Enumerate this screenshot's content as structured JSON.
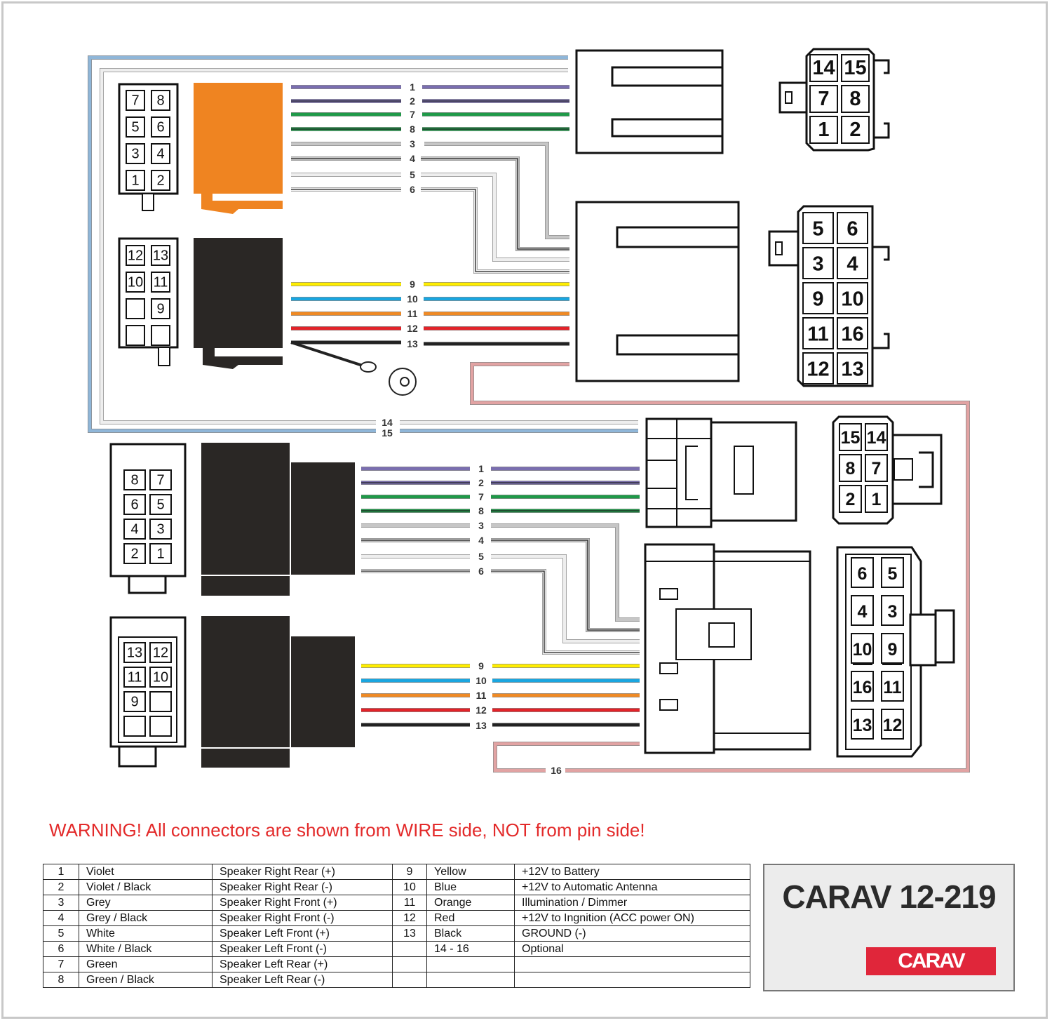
{
  "wire_colors": {
    "1": "#7a6eb0",
    "2": "#7a6eb0",
    "3": "#c6c6c6",
    "4": "#c6c6c6",
    "5": "#eeeeee",
    "6": "#eeeeee",
    "7": "#1e9a48",
    "8": "#1e9a48",
    "9": "#ffee00",
    "10": "#1aa6e0",
    "11": "#f08a24",
    "12": "#e32329",
    "13": "#222222",
    "14": "#8fb6d8",
    "15": "#eeeeee",
    "16": "#e2a3a3"
  },
  "wire_labels": {
    "w1": "1",
    "w2": "2",
    "w3": "3",
    "w4": "4",
    "w5": "5",
    "w6": "6",
    "w7": "7",
    "w8": "8",
    "w9": "9",
    "w10": "10",
    "w11": "11",
    "w12": "12",
    "w13": "13",
    "w14": "14",
    "w15": "15",
    "w16": "16"
  },
  "connectors": {
    "iso_top_speaker": [
      [
        "7",
        "8"
      ],
      [
        "5",
        "6"
      ],
      [
        "3",
        "4"
      ],
      [
        "1",
        "2"
      ]
    ],
    "iso_top_power": [
      [
        "12",
        "13"
      ],
      [
        "10",
        "11"
      ],
      [
        "",
        "9"
      ],
      [
        "",
        ""
      ]
    ],
    "iso_bottom_speaker": [
      [
        "8",
        "7"
      ],
      [
        "6",
        "5"
      ],
      [
        "4",
        "3"
      ],
      [
        "2",
        "1"
      ]
    ],
    "iso_bottom_power": [
      [
        "13",
        "12"
      ],
      [
        "11",
        "10"
      ],
      [
        "9",
        ""
      ],
      [
        "",
        ""
      ]
    ],
    "radio_top_small": [
      [
        "14",
        "15"
      ],
      [
        "7",
        "8"
      ],
      [
        "1",
        "2"
      ]
    ],
    "radio_top_large": [
      [
        "5",
        "6"
      ],
      [
        "3",
        "4"
      ],
      [
        "9",
        "10"
      ],
      [
        "11",
        "16"
      ],
      [
        "12",
        "13"
      ]
    ],
    "radio_bottom_small": [
      [
        "15",
        "14"
      ],
      [
        "8",
        "7"
      ],
      [
        "2",
        "1"
      ]
    ],
    "radio_bottom_large": [
      [
        "6",
        "5"
      ],
      [
        "4",
        "3"
      ],
      [
        "10",
        "9"
      ],
      [
        "16",
        "11"
      ],
      [
        "13",
        "12"
      ]
    ]
  },
  "warning": "WARNING! All connectors are shown from WIRE side, NOT from pin side!",
  "legend": {
    "rows": [
      [
        "1",
        "Violet",
        "Speaker Right Rear (+)",
        "9",
        "Yellow",
        "+12V to Battery"
      ],
      [
        "2",
        "Violet / Black",
        "Speaker Right Rear (-)",
        "10",
        "Blue",
        "+12V to Automatic Antenna"
      ],
      [
        "3",
        "Grey",
        "Speaker Right Front (+)",
        "11",
        "Orange",
        "Illumination / Dimmer"
      ],
      [
        "4",
        "Grey / Black",
        "Speaker Right Front (-)",
        "12",
        "Red",
        "+12V to Ingnition (ACC power ON)"
      ],
      [
        "5",
        "White",
        "Speaker Left Front (+)",
        "13",
        "Black",
        "GROUND (-)"
      ],
      [
        "6",
        "White / Black",
        "Speaker Left Front (-)",
        "",
        "14 - 16",
        "Optional"
      ],
      [
        "7",
        "Green",
        "Speaker Left Rear (+)",
        "",
        "",
        ""
      ],
      [
        "8",
        "Green / Black",
        "Speaker Left Rear (-)",
        "",
        "",
        ""
      ]
    ]
  },
  "brand": {
    "model": "CARAV 12-219",
    "logo_text": "CARAV",
    "logo_color": "#e0263a"
  }
}
